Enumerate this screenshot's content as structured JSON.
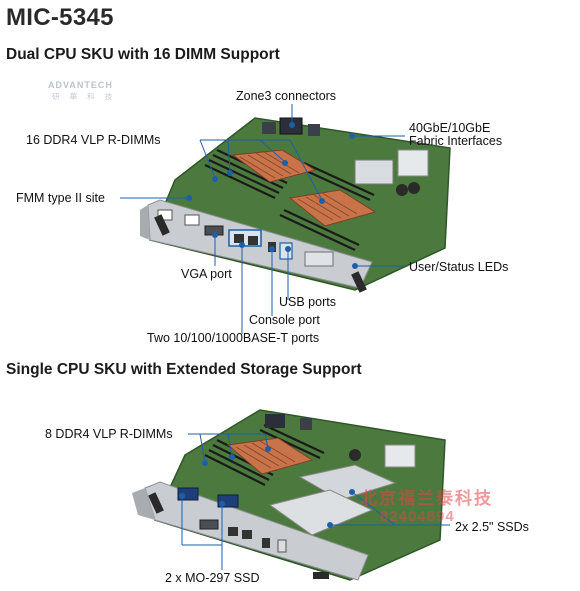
{
  "title": "MIC-5345",
  "section1": {
    "heading": "Dual CPU SKU with 16 DIMM Support",
    "labels": {
      "zone3": "Zone3 connectors",
      "dimms": "16 DDR4 VLP R-DIMMs",
      "fabric_line1": "40GbE/10GbE",
      "fabric_line2": "Fabric Interfaces",
      "fmm": "FMM type II site",
      "leds": "User/Status LEDs",
      "vga": "VGA port",
      "usb": "USB ports",
      "console": "Console port",
      "ethernet": "Two 10/100/1000BASE-T ports"
    },
    "brand": "ADVANTECH",
    "brand_sub": "研 華 科 技"
  },
  "section2": {
    "heading": "Single CPU SKU with Extended Storage Support",
    "labels": {
      "dimms": "8 DDR4 VLP R-DIMMs",
      "ssds": "2x 2.5\" SSDs",
      "mo297": "2 x MO-297 SSD"
    },
    "watermark_line1": "北京福兰泰科技",
    "watermark_line2": "82404894"
  },
  "colors": {
    "pcb": "#4c7a3e",
    "pcb_dark": "#2f5628",
    "heatsink": "#c8734a",
    "panel": "#c9ccd0",
    "leader": "#1d5fa8"
  }
}
